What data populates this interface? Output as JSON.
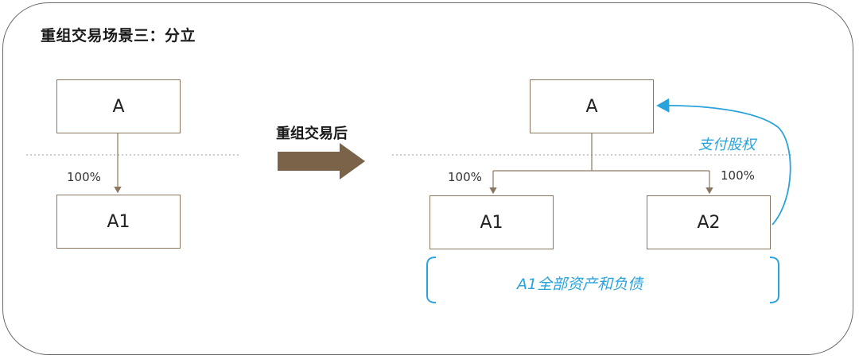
{
  "title": "重组交易场景三：分立",
  "before": {
    "top_box": "A",
    "bottom_box": "A1",
    "percent": "100%"
  },
  "transition_label": "重组交易后",
  "after": {
    "top_box": "A",
    "left_box": "A1",
    "right_box": "A2",
    "left_percent": "100%",
    "right_percent": "100%",
    "payment_label": "支付股权",
    "bracket_label": "A1全部资产和负债"
  },
  "colors": {
    "box_border": "#8b7760",
    "arrow_fill": "#7a6349",
    "accent_blue": "#2aa3dc",
    "frame_border": "#6b6b6b"
  }
}
